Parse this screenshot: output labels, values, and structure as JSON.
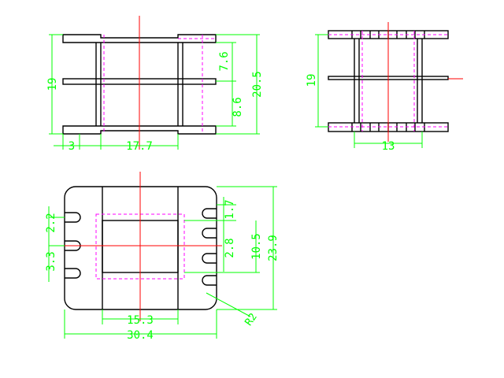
{
  "colors": {
    "outline": "#000000",
    "centerline": "#ff0000",
    "hidden": "#ff00ff",
    "dimension": "#00ff00",
    "background": "#ffffff"
  },
  "front_view": {
    "dims": {
      "height_19": "19",
      "height_20_5": "20.5",
      "depth_7_6": "7.6",
      "depth_8_6": "8.6",
      "flange_3": "3",
      "width_17_7": "17.7"
    }
  },
  "side_view": {
    "dims": {
      "height_19": "19",
      "width_13": "13"
    }
  },
  "top_view": {
    "dims": {
      "pitch_2_2": "2.2",
      "pitch_3_3": "3.3",
      "slot_1_7": "1.7",
      "slot_2_8": "2.8",
      "core_10_5": "10.5",
      "overall_23_9": "23.9",
      "core_15_3": "15.3",
      "overall_30_4": "30.4",
      "radius_r2": "R2"
    }
  }
}
